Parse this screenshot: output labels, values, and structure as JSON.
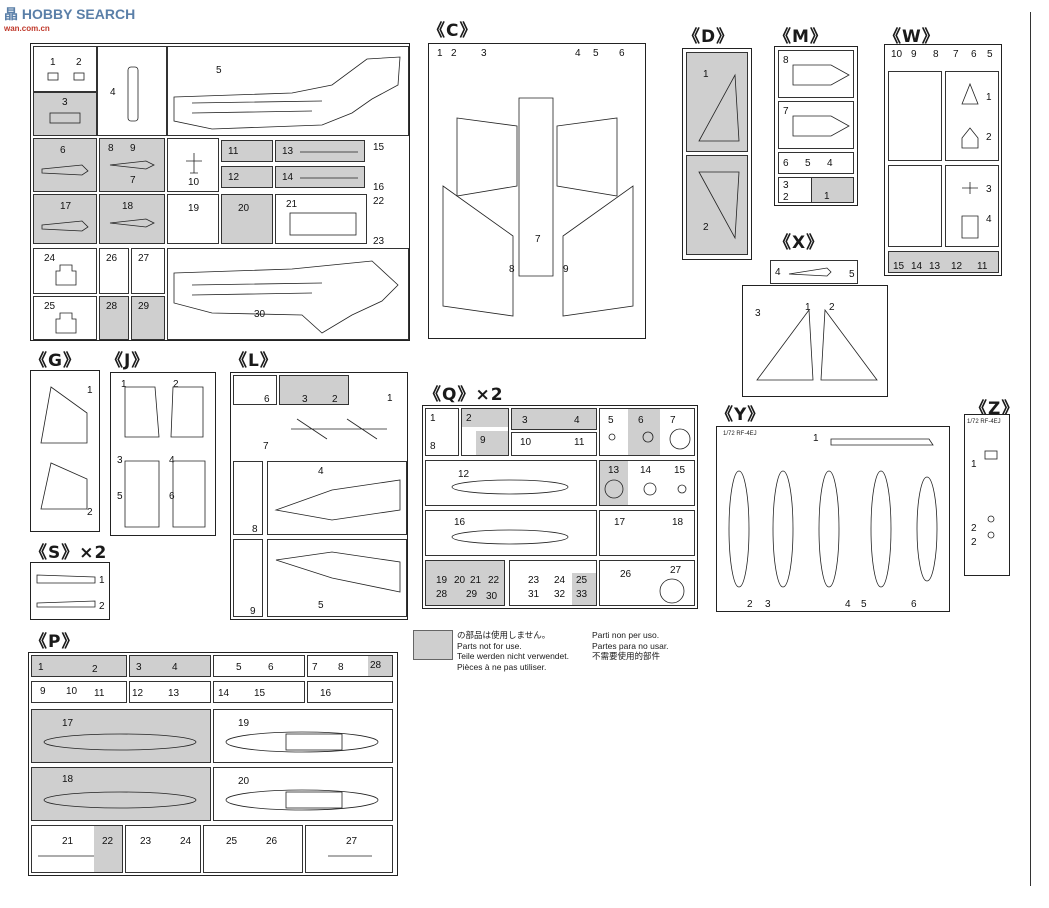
{
  "watermark": {
    "brand": "HOBBY SEARCH",
    "site": "wan.com.cn",
    "logo": "晶"
  },
  "trees": {
    "c": "《C》",
    "d": "《D》",
    "m": "《M》",
    "w": "《W》",
    "x": "《X》",
    "g": "《G》",
    "j": "《J》",
    "l": "《L》",
    "q": "《Q》×2",
    "y": "《Y》",
    "z": "《Z》",
    "s": "《S》×2",
    "p": "《P》"
  },
  "legend": {
    "jp": "の部品は使用しません。",
    "en": "Parts not for use.",
    "de": "Teile werden nicht verwendet.",
    "fr": "Pièces à ne pas utiliser.",
    "it": "Parti non per uso.",
    "es": "Partes para no usar.",
    "cn": "不需要使用的部件"
  },
  "y_tag": "1/72 RF-4EJ",
  "z_tag": "1/72 RF-4EJ",
  "labels": {
    "a1": "1",
    "a2": "2",
    "a3": "3",
    "a4": "4",
    "a5": "5",
    "a6": "6",
    "a7": "7",
    "a8": "8",
    "a9": "9",
    "a9o": "9",
    "a10": "10",
    "a11": "11",
    "a12": "12",
    "a13": "13",
    "a14": "14",
    "a15": "15",
    "a16": "16",
    "a17": "17",
    "a18": "18",
    "a19": "19",
    "a20": "20",
    "a21": "21",
    "a22": "22",
    "a23": "23",
    "a24": "24",
    "a25": "25",
    "a26": "26",
    "a27": "27",
    "a28": "28",
    "a29": "29",
    "a30": "30",
    "c1": "1",
    "c2": "2",
    "c3": "3",
    "c4": "4",
    "c5": "5",
    "c6": "6",
    "c7": "7",
    "c8": "8",
    "c9": "9",
    "d1": "1",
    "d2": "2",
    "m8": "8",
    "m7": "7",
    "m6": "6",
    "m5": "5",
    "m4": "4",
    "m3": "3",
    "m2": "2",
    "m1": "1",
    "w10": "10",
    "w9": "9",
    "w8": "8",
    "w7": "7",
    "w6": "6",
    "w5": "5",
    "w1": "1",
    "w2": "2",
    "w3": "3",
    "w4": "4",
    "w15": "15",
    "w14": "14",
    "w13": "13",
    "w12": "12",
    "w11": "11",
    "x4": "4",
    "x5": "5",
    "x3": "3",
    "x1": "1",
    "x2": "2",
    "g1": "1",
    "g2": "2",
    "j1": "1",
    "j2": "2",
    "j3": "3",
    "j4": "4",
    "j5": "5",
    "j6": "6",
    "l1": "1",
    "l2": "2",
    "l3": "3",
    "l4": "4",
    "l5": "5",
    "l6": "6",
    "l7": "7",
    "l8": "8",
    "l9": "9",
    "q1": "1",
    "q2": "2",
    "q3": "3",
    "q4": "4",
    "q5": "5",
    "q6": "6",
    "q7": "7",
    "q8": "8",
    "q9": "9",
    "q10": "10",
    "q11": "11",
    "q12": "12",
    "q13": "13",
    "q14": "14",
    "q15": "15",
    "q16": "16",
    "q17": "17",
    "q18": "18",
    "q19": "19",
    "q20": "20",
    "q21": "21",
    "q22": "22",
    "q23": "23",
    "q24": "24",
    "q25": "25",
    "q26": "26",
    "q27": "27",
    "q28": "28",
    "q29": "29",
    "q30": "30",
    "q31": "31",
    "q32": "32",
    "q33": "33",
    "y1": "1",
    "y2": "2",
    "y3": "3",
    "y4": "4",
    "y5": "5",
    "y6": "6",
    "z1": "1",
    "z2": "2",
    "z2b": "2",
    "s1": "1",
    "s2": "2",
    "p1": "1",
    "p2": "2",
    "p3": "3",
    "p4": "4",
    "p5": "5",
    "p6": "6",
    "p7": "7",
    "p8": "8",
    "p28": "28",
    "p9": "9",
    "p10": "10",
    "p11": "11",
    "p12": "12",
    "p13": "13",
    "p14": "14",
    "p15": "15",
    "p16": "16",
    "p17": "17",
    "p18": "18",
    "p19": "19",
    "p20": "20",
    "p21": "21",
    "p22": "22",
    "p23": "23",
    "p24": "24",
    "p25": "25",
    "p26": "26",
    "p27": "27"
  }
}
